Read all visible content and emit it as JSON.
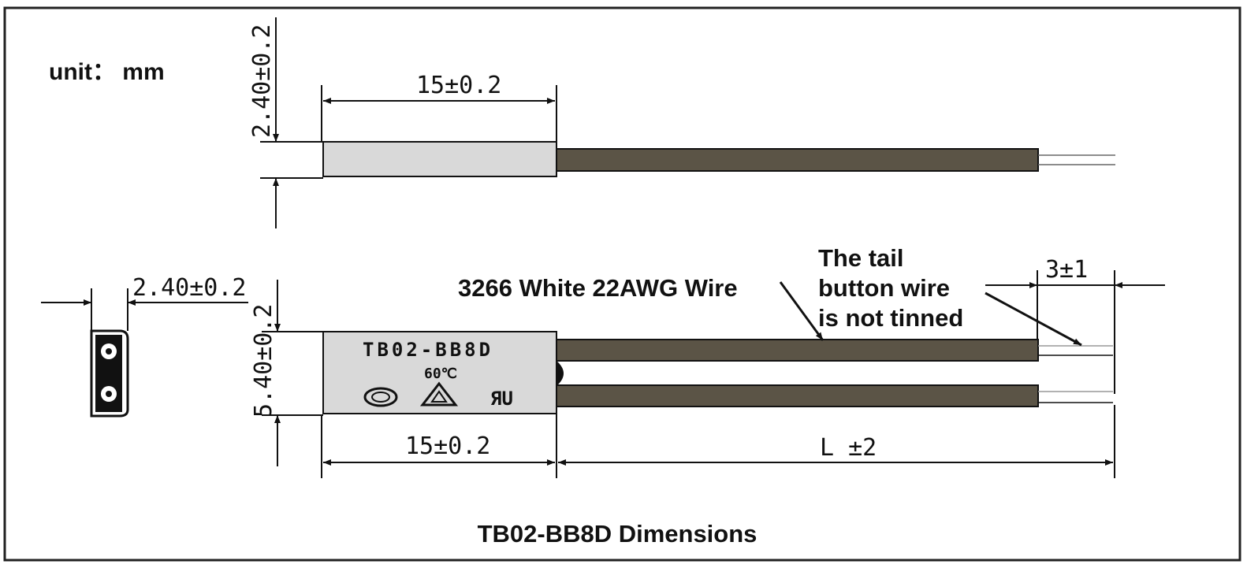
{
  "unit_label": "unit： mm",
  "caption": "TB02-BB8D Dimensions",
  "top_view": {
    "height_dim": "2.40±0.2",
    "length_dim": "15±0.2"
  },
  "end_view": {
    "width_dim": "2.40±0.2"
  },
  "front_view": {
    "height_dim": "5.40±0.2",
    "length_dim": "15±0.2",
    "lead_length_dim": "L ±2",
    "strip_dim": "3±1",
    "body_marking": {
      "model": "TB02-BB8D",
      "temperature": "60℃",
      "cert_ul": "ЯU"
    },
    "wire_label": "3266 White 22AWG Wire",
    "tail_note": [
      "The tail",
      "button wire",
      "is not tinned"
    ]
  },
  "colors": {
    "wire": "#5b5446",
    "body": "#d9d9d9",
    "line": "#111111"
  }
}
